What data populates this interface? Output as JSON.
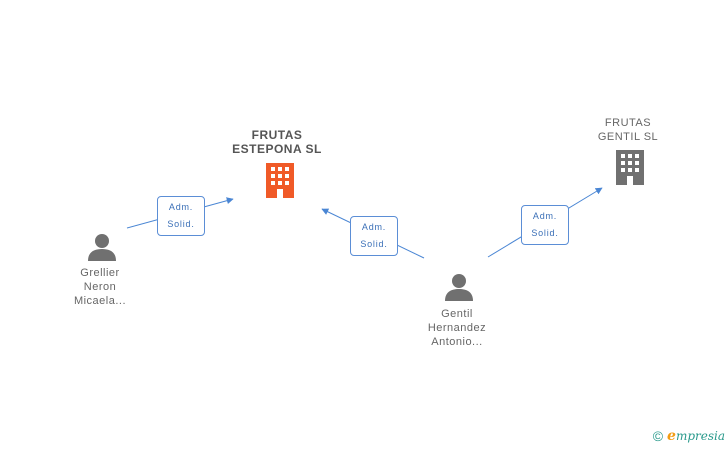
{
  "nodes": {
    "frutas_estepona": {
      "line1": "FRUTAS",
      "line2": "ESTEPONA SL",
      "icon": "building-icon",
      "color": "#f05a28"
    },
    "frutas_gentil": {
      "line1": "FRUTAS",
      "line2": "GENTIL SL",
      "icon": "building-icon",
      "color": "#707070"
    },
    "grellier": {
      "line1": "Grellier",
      "line2": "Neron",
      "line3": "Micaela...",
      "icon": "person-icon",
      "color": "#707070"
    },
    "gentil": {
      "line1": "Gentil",
      "line2": "Hernandez",
      "line3": "Antonio...",
      "icon": "person-icon",
      "color": "#707070"
    }
  },
  "edges": [
    {
      "from": "grellier",
      "to": "frutas_estepona",
      "line1": "Adm.",
      "line2": "Solid."
    },
    {
      "from": "gentil",
      "to": "frutas_estepona",
      "line1": "Adm.",
      "line2": "Solid."
    },
    {
      "from": "gentil",
      "to": "frutas_gentil",
      "line1": "Adm.",
      "line2": "Solid."
    }
  ],
  "colors": {
    "edge": "#4a86d4"
  },
  "footer": {
    "copyright": "©",
    "brand_e": "e",
    "brand_rest": "mpresia"
  }
}
